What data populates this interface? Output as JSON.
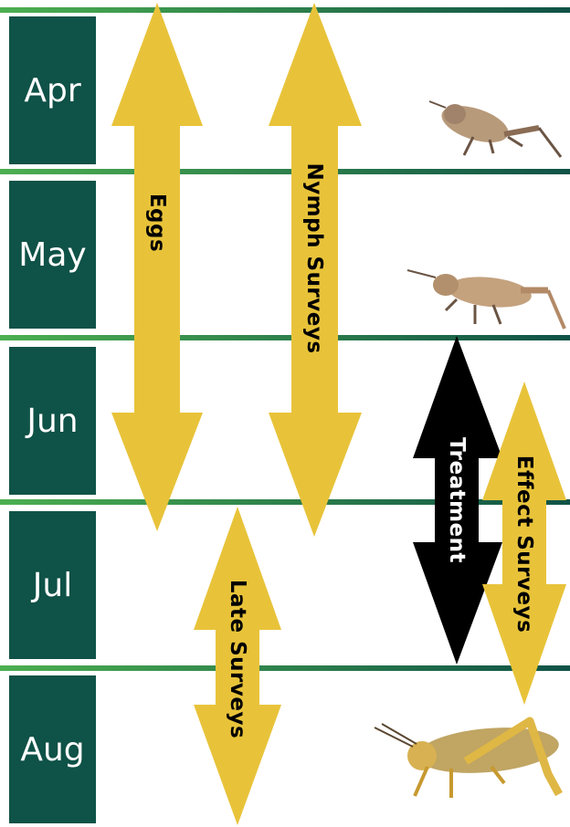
{
  "months": [
    "Apr",
    "May",
    "Jun",
    "Jul",
    "Aug"
  ],
  "arrows": {
    "eggs": "Eggs",
    "nymph_surveys": "Nymph Surveys",
    "late_surveys": "Late  Surveys",
    "treatment": "Treatment",
    "effect_surveys": "Effect  Surveys"
  },
  "colors": {
    "month_box": "#0f5247",
    "divider_left": "#4caf50",
    "divider_right": "#0f5247",
    "arrow_yellow": "#e8c33a",
    "arrow_black": "#000000"
  },
  "images": [
    "grasshopper-nymph-early",
    "grasshopper-nymph-late",
    "grasshopper-adult"
  ]
}
